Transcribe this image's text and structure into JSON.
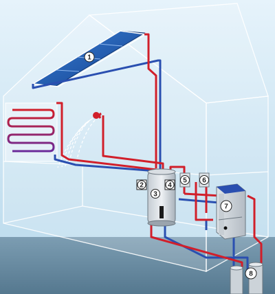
{
  "callouts": [
    {
      "id": "1",
      "label": "1"
    },
    {
      "id": "2",
      "label": "2"
    },
    {
      "id": "3",
      "label": "3"
    },
    {
      "id": "4",
      "label": "4"
    },
    {
      "id": "5",
      "label": "5"
    },
    {
      "id": "6",
      "label": "6"
    },
    {
      "id": "7",
      "label": "7"
    },
    {
      "id": "8",
      "label": "8"
    }
  ],
  "colors": {
    "sky_top": "#dff0f9",
    "sky_bottom": "#a9d0e6",
    "ground": "#6a8fa6",
    "hot_pipe": "#d11f2a",
    "cold_pipe": "#2a4fb0",
    "outline": "#ffffff",
    "solar_panel": "#1f5fb8"
  }
}
